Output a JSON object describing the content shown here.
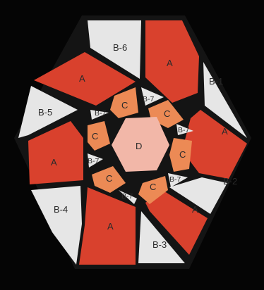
{
  "colors": {
    "background": "#050505",
    "red_fabric": "#d9412d",
    "white_fabric": "#e6e6e6",
    "orange_fabric": "#ec8a55",
    "center_fabric": "#f2b7a8",
    "seam": "#141414"
  },
  "labels": {
    "a_top_right": "A",
    "a_top_left": "A",
    "a_left": "A",
    "a_right": "A",
    "a_bottom_right": "A",
    "a_bottom": "A",
    "b1": "B-1",
    "b2": "B-2",
    "b3": "B-3",
    "b4": "B-4",
    "b5": "B-5",
    "b6": "B-6",
    "c_top": "C",
    "c_top_right": "C",
    "c_right": "C",
    "c_bottom_right": "C",
    "c_bottom_left": "C",
    "c_left": "C",
    "b7_top": "B-7",
    "b7_upper_right": "B-7",
    "b7_lower_right": "B-7",
    "b7_bottom": "B-7",
    "b7_lower_left": "B-7",
    "b7_upper_left": "B-7",
    "d": "D"
  }
}
